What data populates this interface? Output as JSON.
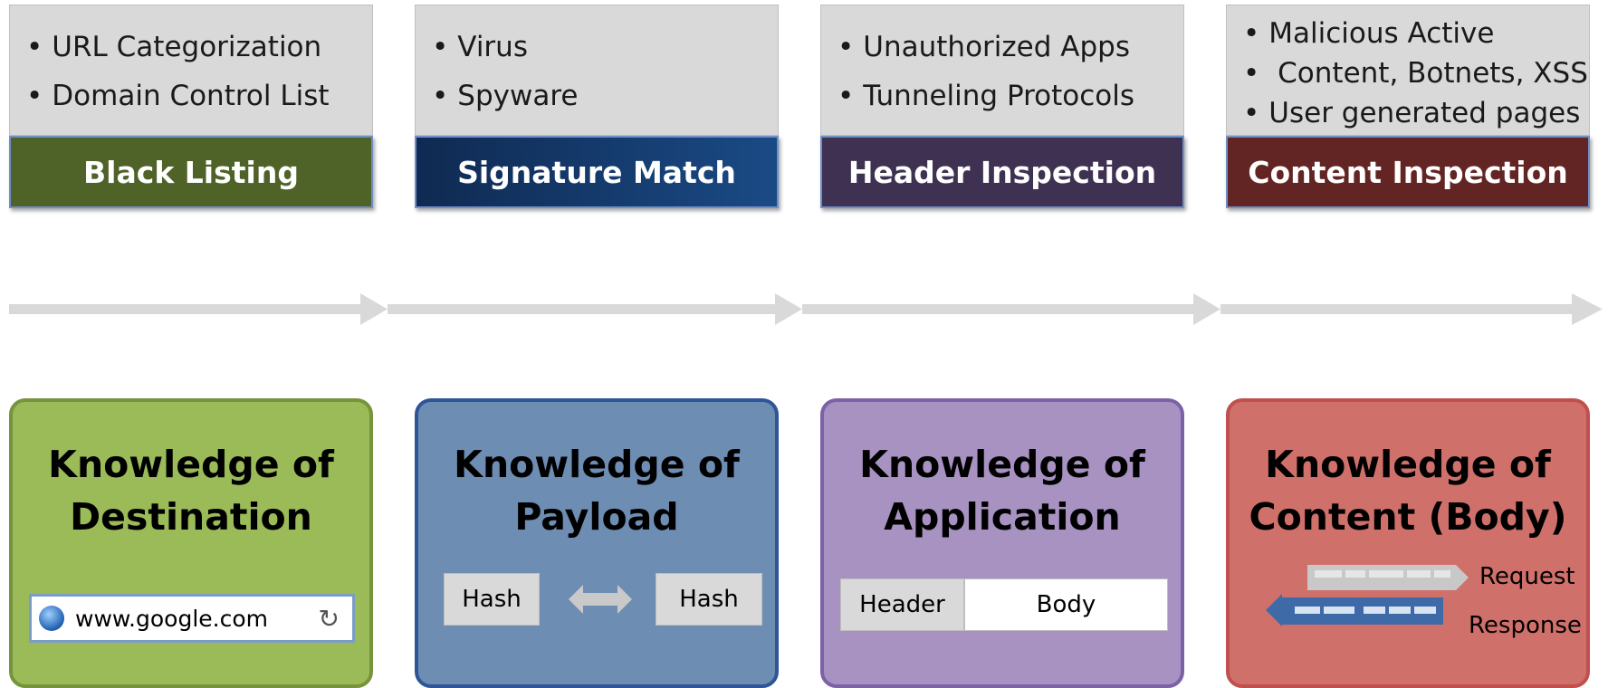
{
  "columns": [
    {
      "items": [
        "URL Categorization",
        "Domain Control List"
      ],
      "label": "Black Listing",
      "bar_color": "#4f6228",
      "card_title_line1": "Knowledge of",
      "card_title_line2": "Destination",
      "card_fill": "#9bbb59",
      "card_border": "#77933c"
    },
    {
      "items": [
        "Virus",
        "Spyware"
      ],
      "label": "Signature Match",
      "bar_color": "#17375e",
      "card_title_line1": "Knowledge of",
      "card_title_line2": "Payload",
      "card_fill": "#6e8db3",
      "card_border": "#2f5597"
    },
    {
      "items": [
        "Unauthorized Apps",
        "Tunneling Protocols"
      ],
      "label": "Header Inspection",
      "bar_color": "#3f3151",
      "card_title_line1": "Knowledge of",
      "card_title_line2": "Application",
      "card_fill": "#a792c2",
      "card_border": "#7c61a6"
    },
    {
      "items": [
        "Malicious Active",
        "Content, Botnets, XSS",
        "User generated pages"
      ],
      "label": "Content Inspection",
      "bar_color": "#632523",
      "card_title_line1": "Knowledge of",
      "card_title_line2": "Content (Body)",
      "card_fill": "#d0706b",
      "card_border": "#c0504d"
    }
  ],
  "url_bar": {
    "text": "www.google.com"
  },
  "hash": {
    "left": "Hash",
    "right": "Hash"
  },
  "packet": {
    "header": "Header",
    "body": "Body"
  },
  "flow": {
    "request": "Request",
    "response": "Response"
  }
}
